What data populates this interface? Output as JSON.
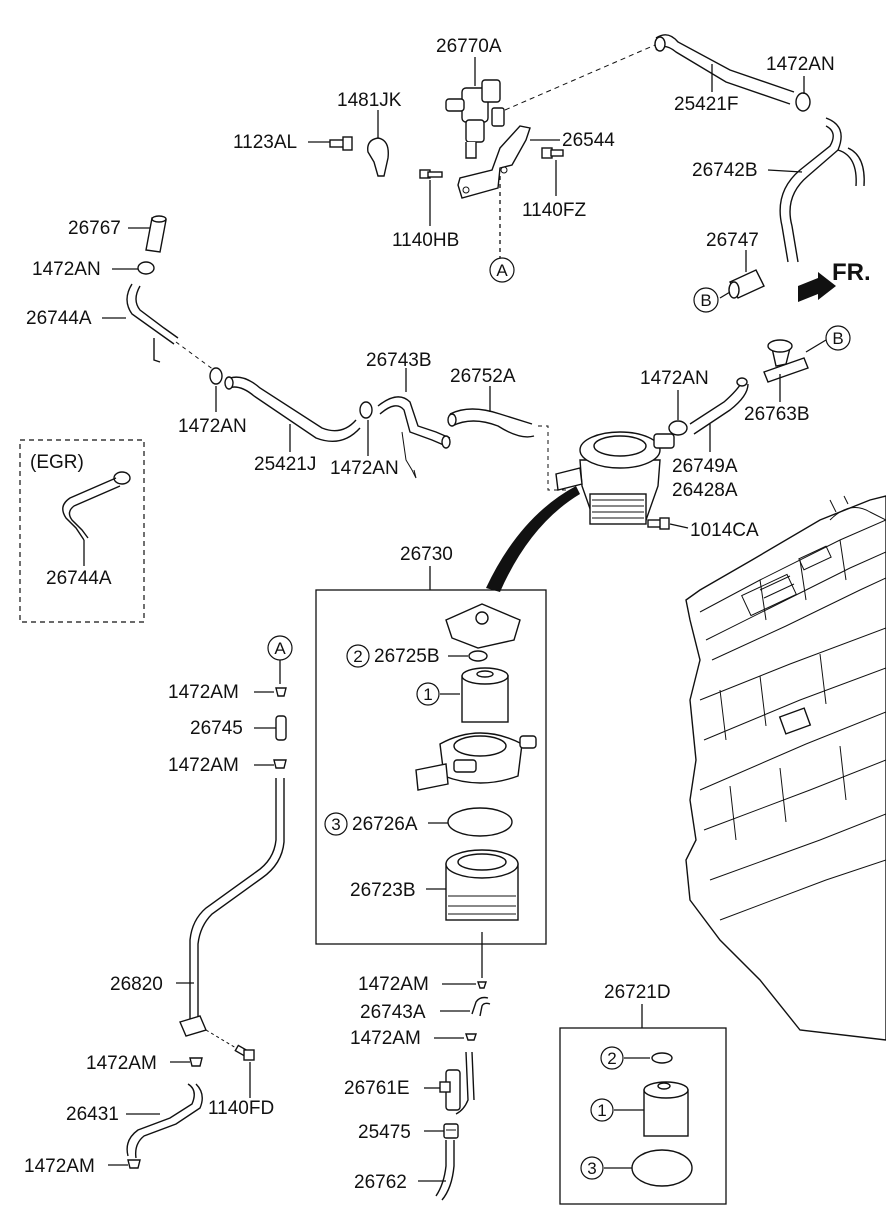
{
  "labels": {
    "l_26770A": "26770A",
    "l_1481JK": "1481JK",
    "l_1123AL": "1123AL",
    "l_26544": "26544",
    "l_1140FZ": "1140FZ",
    "l_1140HB": "1140HB",
    "l_25421F": "25421F",
    "l_1472AN_top": "1472AN",
    "l_26742B": "26742B",
    "l_26747": "26747",
    "l_FR": "FR.",
    "l_26767": "26767",
    "l_1472AN_left": "1472AN",
    "l_26744A": "26744A",
    "l_1472AN_mid1": "1472AN",
    "l_25421J": "25421J",
    "l_26743B": "26743B",
    "l_26752A": "26752A",
    "l_1472AN_mid2": "1472AN",
    "l_1472AN_right": "1472AN",
    "l_26763B": "26763B",
    "l_26749A": "26749A",
    "l_26428A": "26428A",
    "l_1014CA": "1014CA",
    "l_EGR": "(EGR)",
    "l_26744A_egr": "26744A",
    "l_26730": "26730",
    "l_26725B": "26725B",
    "l_26726A": "26726A",
    "l_26723B": "26723B",
    "l_1472AM_1": "1472AM",
    "l_26745": "26745",
    "l_1472AM_2": "1472AM",
    "l_26820": "26820",
    "l_1472AM_3": "1472AM",
    "l_26431": "26431",
    "l_1140FD": "1140FD",
    "l_1472AM_4": "1472AM",
    "l_1472AM_5": "1472AM",
    "l_26743A": "26743A",
    "l_1472AM_6": "1472AM",
    "l_26761E": "26761E",
    "l_25475": "25475",
    "l_26762": "26762",
    "l_26721D": "26721D"
  },
  "markers": {
    "A": "A",
    "B": "B",
    "one": "1",
    "two": "2",
    "three": "3"
  }
}
